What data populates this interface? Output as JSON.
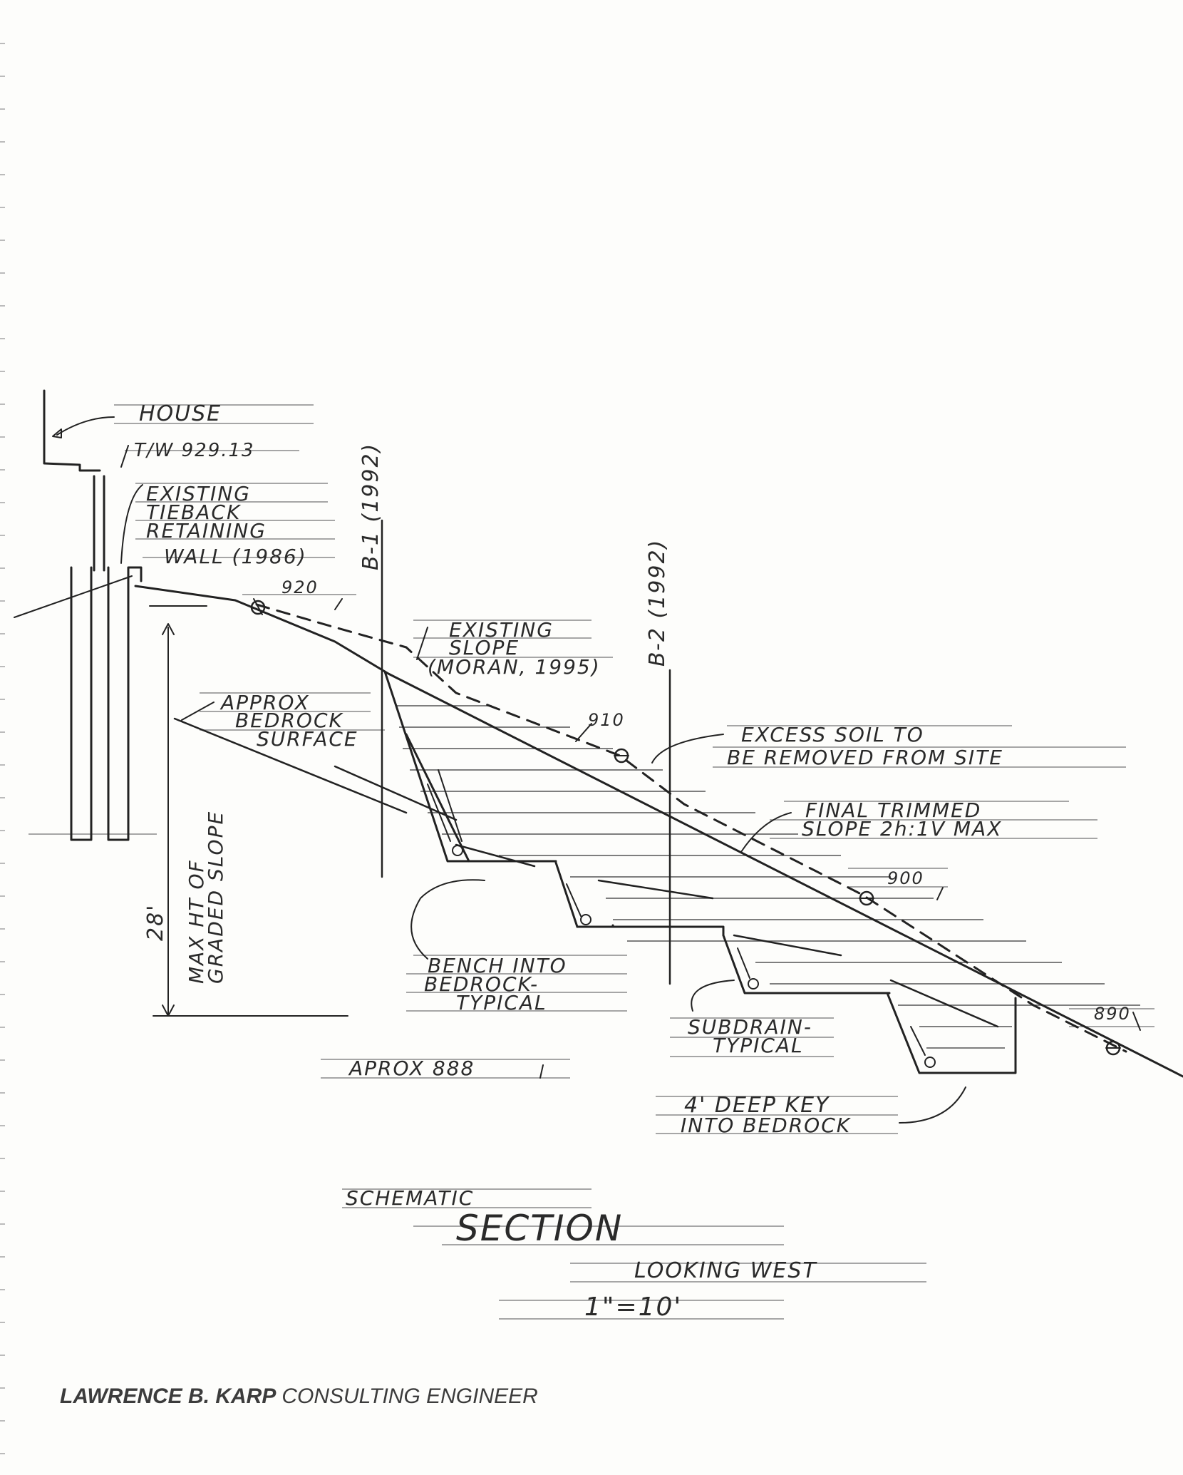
{
  "labels": {
    "house": "HOUSE",
    "tw": "T/W 929.13",
    "wall": [
      "EXISTING",
      "TIEBACK",
      "RETAINING",
      "WALL (1986)"
    ],
    "b1": "B-1 (1992)",
    "b2": "B-2 (1992)",
    "elev_920": "920",
    "existing_slope": [
      "EXISTING",
      "SLOPE",
      "(MORAN, 1995)"
    ],
    "elev_910": "910",
    "excess_soil": [
      "EXCESS SOIL TO",
      "BE REMOVED FROM SITE"
    ],
    "bedrock_surface": [
      "APPROX",
      "BEDROCK",
      "SURFACE"
    ],
    "final_slope": [
      "FINAL TRIMMED",
      "SLOPE 2h:1V MAX"
    ],
    "elev_900": "900",
    "max_ht": [
      "MAX HT OF",
      "GRADED SLOPE"
    ],
    "height_28": "28'",
    "bench": [
      "BENCH INTO",
      "BEDROCK-",
      "TYPICAL"
    ],
    "subdrain": [
      "SUBDRAIN-",
      "TYPICAL"
    ],
    "elev_890": "890",
    "approx_888": "APROX 888",
    "key": [
      "4' DEEP KEY",
      "INTO BEDROCK"
    ]
  },
  "title_block": {
    "schematic": "SCHEMATIC",
    "section": "SECTION",
    "looking": "LOOKING WEST",
    "scale": "1\"=10'"
  },
  "footer": {
    "firm": "LAWRENCE B. KARP",
    "role": "CONSULTING ENGINEER"
  }
}
